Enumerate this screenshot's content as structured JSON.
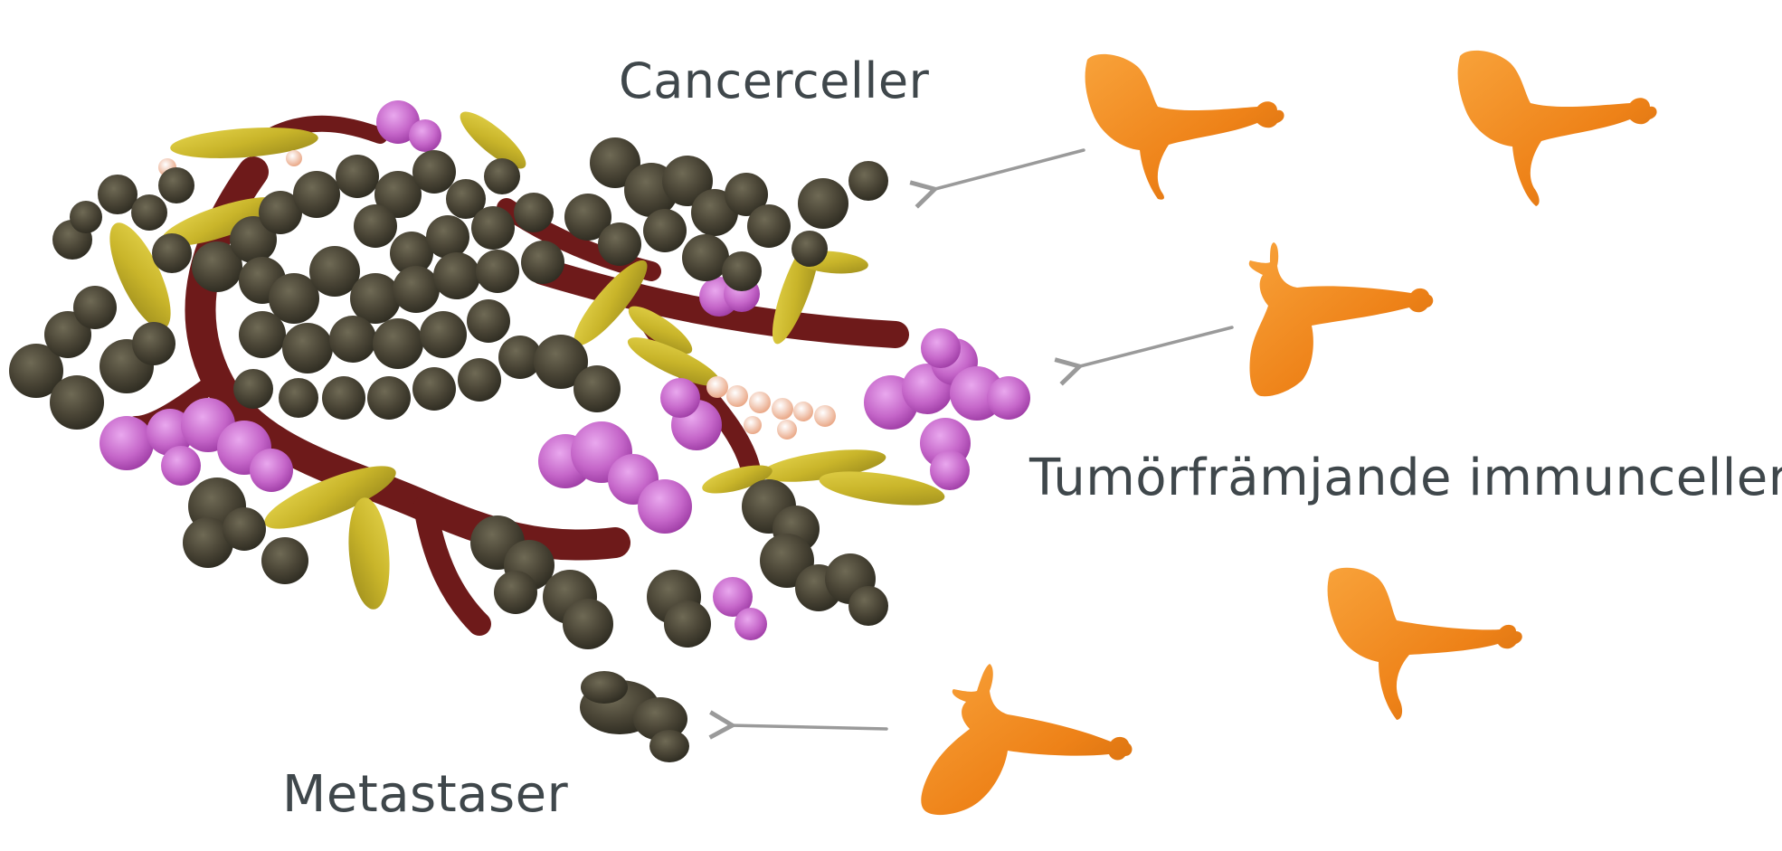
{
  "labels": {
    "cancer_cells": "Cancerceller",
    "tumor_promoting_immune_cells": "Tumörfrämjande immunceller",
    "metastases": "Metastaser"
  },
  "colors": {
    "text": "#3f474b",
    "arrow": "#9a9a9a",
    "cancer_cell": "#4a4536",
    "vessel": "#6e1a1a",
    "fibroblast": "#c9b52a",
    "immune_cluster": "#c566c9",
    "immune_cell_orange": "#f08a1c"
  }
}
